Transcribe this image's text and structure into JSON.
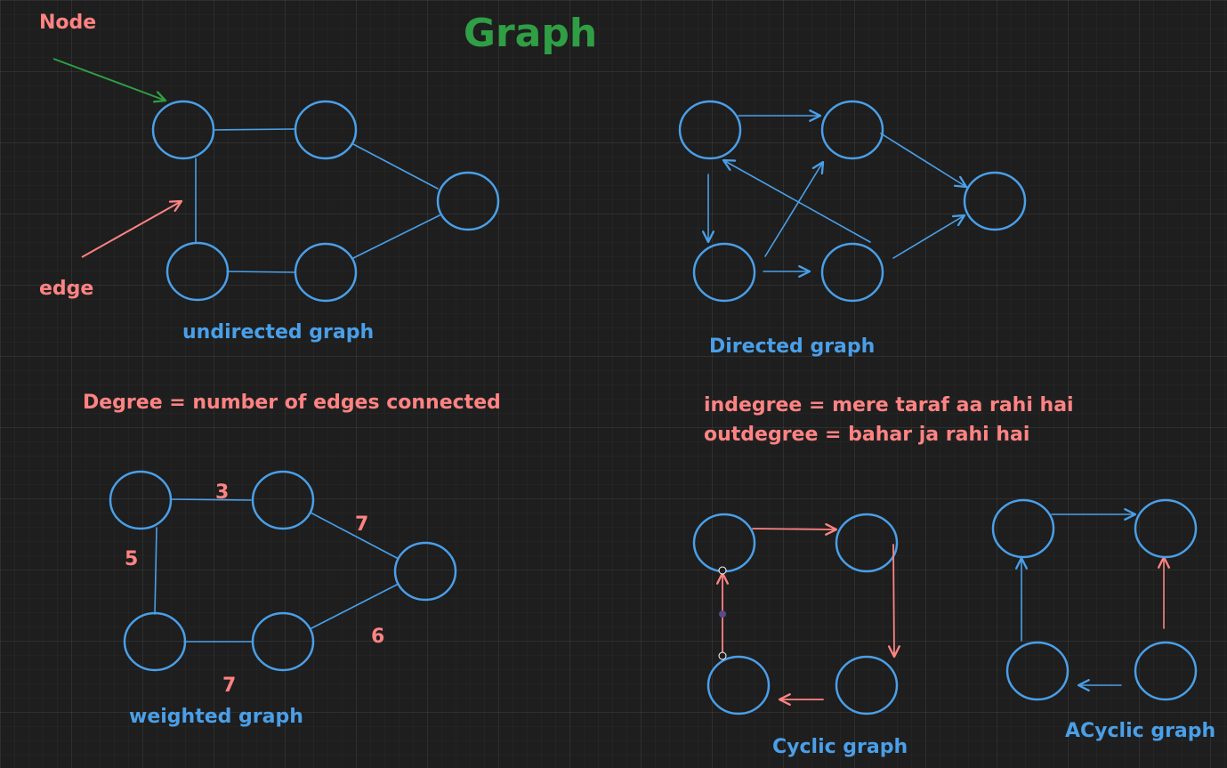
{
  "title": "Graph",
  "colors": {
    "background": "#1e1e1e",
    "node_stroke": "#4a9fe8",
    "edge_blue": "#4a9fe8",
    "edge_red": "#ff8383",
    "text_red": "#ff8383",
    "text_blue": "#4a9fe8",
    "title_green": "#2f9e44",
    "arrow_green": "#2f9e44"
  },
  "annotations": {
    "node": "Node",
    "edge": "edge"
  },
  "diagrams": {
    "undirected": {
      "label": "undirected graph"
    },
    "directed": {
      "label": "Directed graph"
    },
    "weighted": {
      "label": "weighted graph",
      "weights": [
        "3",
        "7",
        "5",
        "6",
        "7"
      ]
    },
    "cyclic": {
      "label": "Cyclic graph"
    },
    "acyclic": {
      "label": "ACyclic graph"
    }
  },
  "notes": {
    "degree": "Degree = number of edges connected",
    "indegree": "indegree = mere taraf aa rahi hai",
    "outdegree": "outdegree = bahar ja rahi hai"
  }
}
